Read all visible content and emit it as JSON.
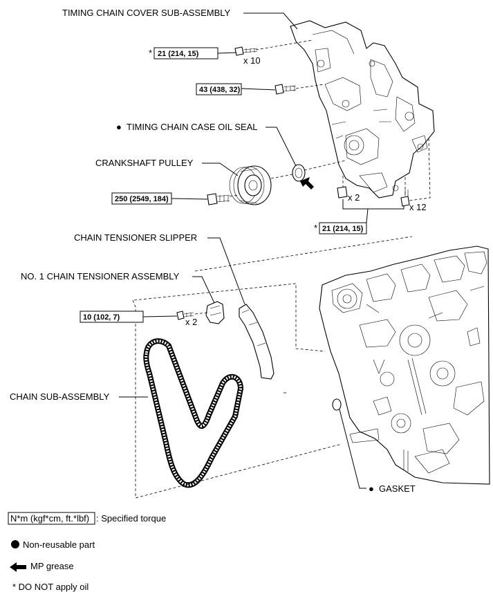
{
  "labels": {
    "timing_chain_cover": "TIMING CHAIN COVER SUB-ASSEMBLY",
    "oil_seal": "TIMING CHAIN CASE OIL SEAL",
    "crankshaft_pulley": "CRANKSHAFT PULLEY",
    "chain_tensioner_slipper": "CHAIN TENSIONER SLIPPER",
    "no1_chain_tensioner": "NO. 1 CHAIN TENSIONER ASSEMBLY",
    "chain_sub_assembly": "CHAIN SUB-ASSEMBLY",
    "gasket": "GASKET"
  },
  "torques": {
    "cover_bolt_top": "21 (214, 15)",
    "cover_bolt_mid": "43 (438, 32)",
    "pulley_bolt": "250 (2549, 184)",
    "cover_bolt_bottom": "21 (214, 15)",
    "tensioner_bolt": "10 (102, 7)"
  },
  "markers": {
    "asterisk": "*",
    "non_reusable": "●"
  },
  "quantities": {
    "cover_top": "x 10",
    "cover_nut": "x 2",
    "cover_bottom": "x 12",
    "tensioner": "x 2"
  },
  "legend": {
    "torque_unit": "N*m (kgf*cm, ft.*lbf)",
    "torque_desc": ": Specified torque",
    "non_reusable": "Non-reusable part",
    "mp_grease": "MP grease",
    "no_oil": "* DO NOT apply oil"
  }
}
